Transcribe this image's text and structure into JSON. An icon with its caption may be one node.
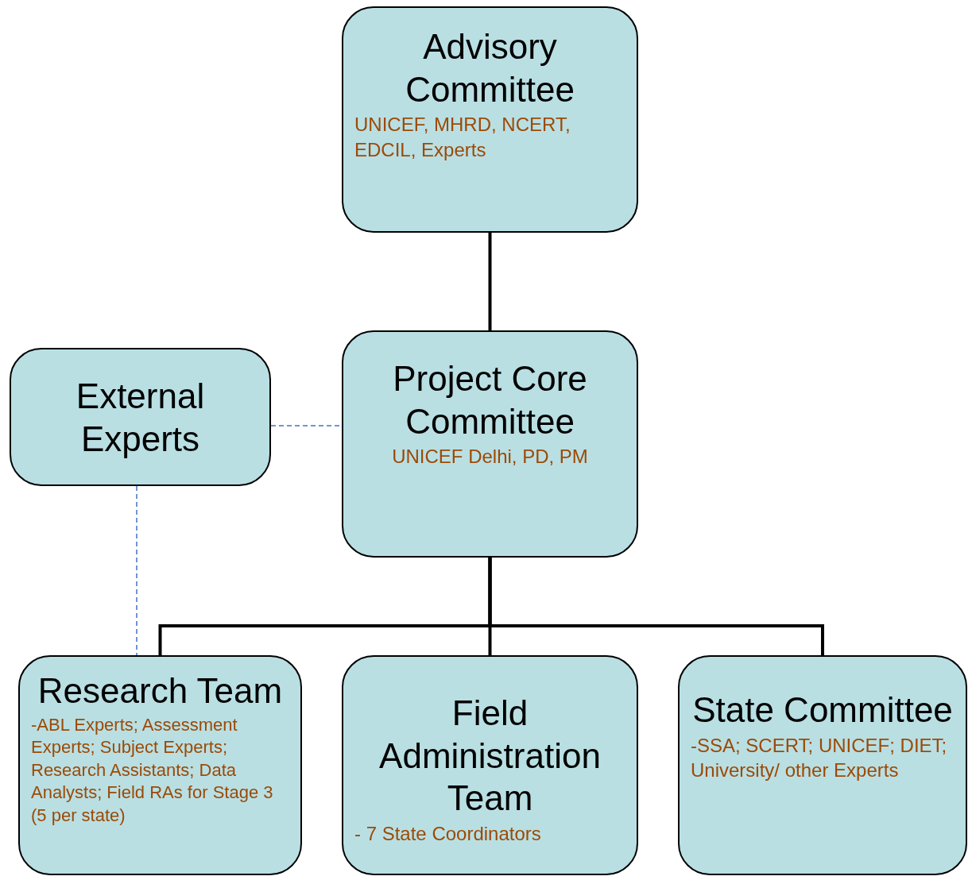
{
  "diagram": {
    "nodes": [
      {
        "text": [
          "Advisory Committee",
          "UNICEF, MHRD, NCERT, EDCIL, Experts"
        ]
      },
      {
        "text": [
          "External Experts"
        ]
      },
      {
        "text": [
          "Project Core Committee",
          "UNICEF Delhi, PD, PM"
        ]
      },
      {
        "text": [
          "Research Team",
          "-ABL Experts; Assessment Experts; Subject Experts; Research Assistants; Data Analysts; Field RAs for Stage 3 (5 per state)"
        ]
      },
      {
        "text": [
          "Field Administration Team",
          "- 7 State Coordinators"
        ]
      },
      {
        "text": [
          "State Committee",
          "-SSA; SCERT; UNICEF; DIET; University/ other Experts"
        ]
      }
    ],
    "edges": [
      {
        "from": 0,
        "to": 2,
        "arrow": "none"
      },
      {
        "from": 1,
        "to": 2,
        "arrow": "none",
        "style": "dashed",
        "color": "#4472c4"
      },
      {
        "from": 1,
        "to": 3,
        "arrow": "none",
        "style": "dashed",
        "color": "#4472c4"
      },
      {
        "from": 2,
        "to": 3,
        "arrow": "none"
      },
      {
        "from": 2,
        "to": 4,
        "arrow": "none"
      },
      {
        "from": 2,
        "to": 5,
        "arrow": "none"
      }
    ]
  }
}
